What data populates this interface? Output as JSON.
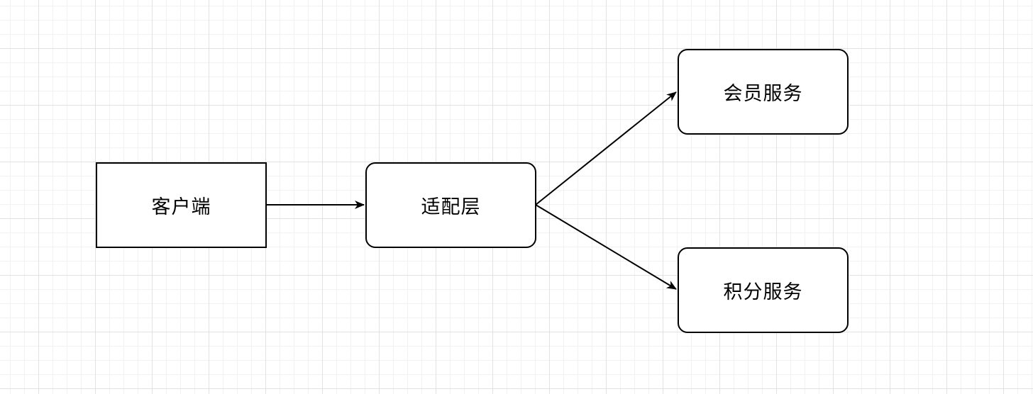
{
  "diagram": {
    "nodes": [
      {
        "id": "client",
        "label": "客户端",
        "shape": "rectangle"
      },
      {
        "id": "adapter",
        "label": "适配层",
        "shape": "rounded-rectangle"
      },
      {
        "id": "member_service",
        "label": "会员服务",
        "shape": "rounded-rectangle"
      },
      {
        "id": "points_service",
        "label": "积分服务",
        "shape": "rounded-rectangle"
      }
    ],
    "edges": [
      {
        "from": "client",
        "to": "adapter"
      },
      {
        "from": "adapter",
        "to": "member_service"
      },
      {
        "from": "adapter",
        "to": "points_service"
      }
    ],
    "colors": {
      "stroke": "#000000",
      "background": "#ffffff",
      "grid": "#e2e2e2"
    }
  }
}
